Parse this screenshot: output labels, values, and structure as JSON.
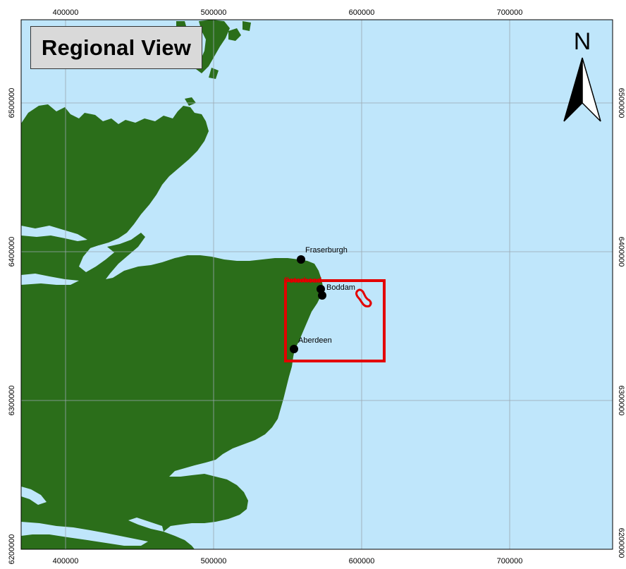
{
  "title": "Regional View",
  "north_label": "N",
  "colors": {
    "sea": "#bfe6fb",
    "land": "#2b6e1a",
    "box": "#e30000",
    "grid": "#9aa7b0",
    "marker": "#000000"
  },
  "axes": {
    "x_ticks": [
      "400000",
      "500000",
      "600000",
      "700000"
    ],
    "y_ticks": [
      "6500000",
      "6400000",
      "6300000",
      "6200000"
    ]
  },
  "places": [
    {
      "name": "Fraserburgh",
      "highlight": false
    },
    {
      "name": "Peterhead",
      "highlight": true
    },
    {
      "name": "Boddam",
      "highlight": false
    },
    {
      "name": "Aberdeen",
      "highlight": false
    }
  ]
}
